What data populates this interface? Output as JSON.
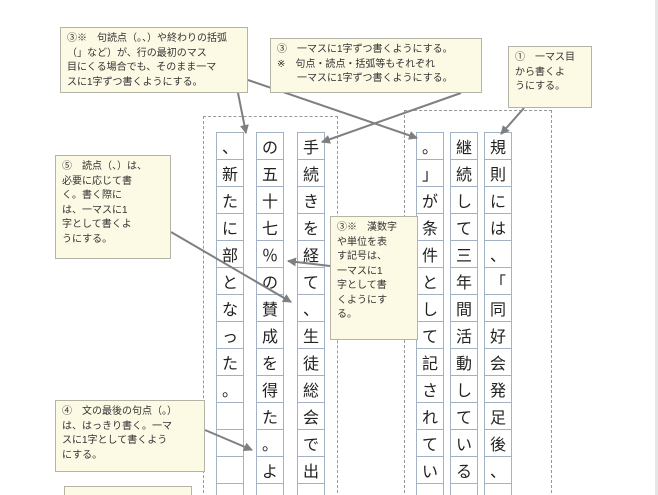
{
  "callouts": {
    "rule3_line_start": {
      "text": "③※　句読点（。、）や終わりの括弧\n（」など）が、行の最初のマス\n目にくる場合でも、そのまま一マ\nスに1字ずつ書くようにする。"
    },
    "rule3_one_char": {
      "text": "③　一マスに1字ずつ書くようにする。\n※　句点・読点・括弧等もそれぞれ\n　　一マスに1字ずつ書くようにする。"
    },
    "rule1_first_square": {
      "text": "①　一マス目\nから書くよ\nうにする。"
    },
    "rule5_comma": {
      "text": "⑤　読点（、）は、\n必要に応じて書\nく。書く際に\nは、一マスに1\n字として書くよ\nうにする。"
    },
    "rule3_numerals": {
      "text": "③※　漢数字\nや単位を表\nす記号は、\n一マスに1\n字として書\nくようにす\nる。"
    },
    "rule4_period": {
      "text": "④　文の最後の句点（。）\nは、はっきり書く。一マ\nスに1字として書くよう\nにする。"
    }
  },
  "grid": {
    "left_block": {
      "columns": [
        {
          "chars": [
            "手",
            "続",
            "き",
            "を",
            "経",
            "て",
            "、",
            "生",
            "徒",
            "総",
            "会",
            "で",
            "出",
            ""
          ]
        },
        {
          "chars": [
            "の",
            "五",
            "十",
            "七",
            "％",
            "の",
            "賛",
            "成",
            "を",
            "得",
            "た",
            "。",
            "よ",
            ""
          ]
        },
        {
          "chars": [
            "、",
            "新",
            "た",
            "に",
            "部",
            "と",
            "な",
            "っ",
            "た",
            "。",
            "",
            "",
            "",
            ""
          ]
        }
      ]
    },
    "right_block": {
      "columns": [
        {
          "chars": [
            "規",
            "則",
            "に",
            "は",
            "、",
            "「",
            "同",
            "好",
            "会",
            "発",
            "足",
            "後",
            "、",
            ""
          ]
        },
        {
          "chars": [
            "継",
            "続",
            "し",
            "て",
            "三",
            "年",
            "間",
            "活",
            "動",
            "し",
            "て",
            "い",
            "る",
            ""
          ]
        },
        {
          "chars": [
            "。",
            "」",
            "が",
            "条",
            "件",
            "と",
            "し",
            "て",
            "記",
            "さ",
            "れ",
            "て",
            "い",
            ""
          ]
        }
      ]
    }
  },
  "colors": {
    "callout_bg": "#fcf9e4",
    "callout_border": "#b3b3a6",
    "cell_border": "#a3b2c2",
    "dashed_border": "#999999",
    "arrow": "#7f7f7f",
    "text": "#333333"
  }
}
